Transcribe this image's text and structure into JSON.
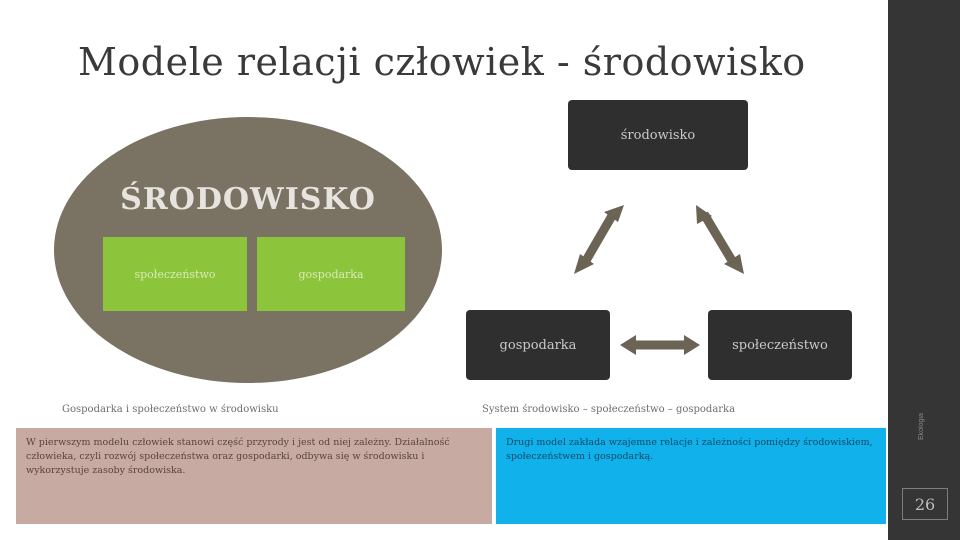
{
  "title": "Modele relacji człowiek - środowisko",
  "colors": {
    "ellipse": "#7a7263",
    "green": "#8cc43b",
    "node": "#2f2f2f",
    "arrow": "#6b6353",
    "pink_box": "#c7aaa2",
    "blue_box": "#11b2ec",
    "sidebar": "#353535"
  },
  "left_model": {
    "heading": "ŚRODOWISKO",
    "boxes": [
      "społeczeństwo",
      "gospodarka"
    ],
    "caption": "Gospodarka i społeczeństwo w środowisku"
  },
  "right_model": {
    "nodes": {
      "top": "środowisko",
      "left": "gospodarka",
      "right": "społeczeństwo"
    },
    "caption": "System środowisko – społeczeństwo – gospodarka"
  },
  "text_boxes": {
    "left": "W pierwszym modelu człowiek stanowi część przyrody i jest od niej zależny. Działalność człowieka, czyli rozwój społeczeństwa oraz gospodarki, odbywa się w środowisku i wykorzystuje zasoby środowiska.",
    "right": "Drugi model zakłada wzajemne relacje i zależności pomiędzy środowiskiem, społeczeństwem i gospodarką."
  },
  "sidebar": {
    "vertical_text": "Ekologia",
    "page_number": "26"
  }
}
